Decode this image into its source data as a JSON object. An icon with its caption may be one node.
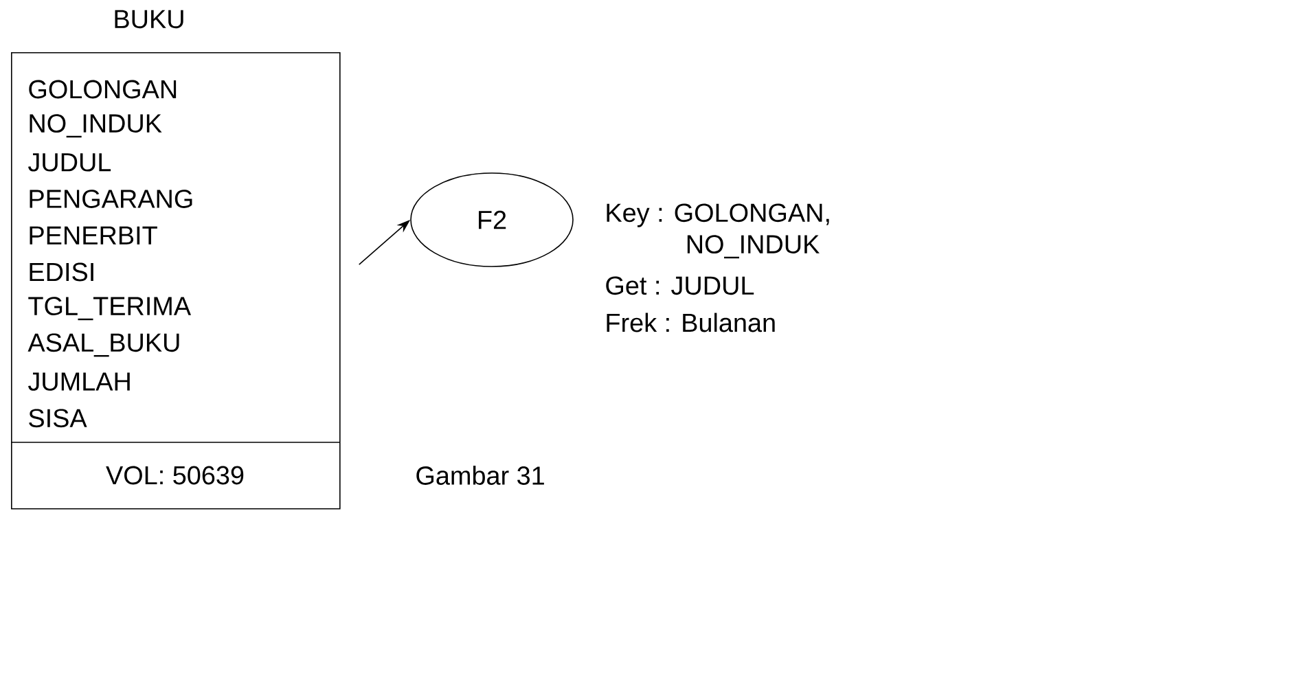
{
  "diagram": {
    "nodes": [
      {
        "text": [
          "BUKU",
          "GOLONGAN",
          "NO_INDUK",
          "JUDUL",
          "PENGARANG",
          "PENERBIT",
          "EDISI",
          "TGL_TERIMA",
          "ASAL_BUKU",
          "JUMLAH",
          "SISA",
          "VOL: 50639"
        ]
      },
      {
        "text": [
          "F2"
        ],
        "beside": [
          "Key : GOLONGAN, NO_INDUK",
          "Get : JUDUL",
          "Frek : Bulanan"
        ]
      }
    ],
    "edges": [
      {
        "from": 0,
        "to": 1,
        "arrow": "to"
      }
    ],
    "labels": [
      "Gambar 31"
    ]
  }
}
